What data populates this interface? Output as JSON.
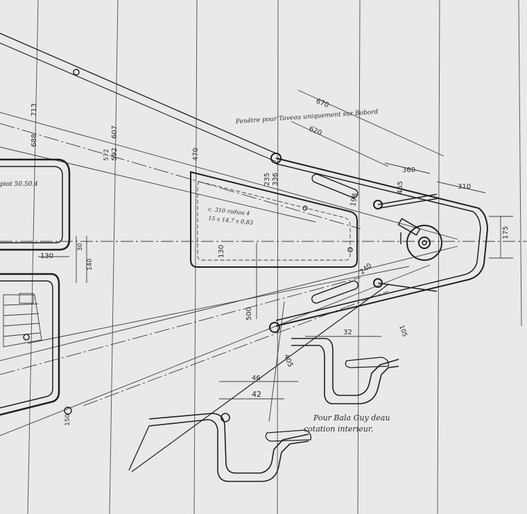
{
  "notes": {
    "top_note": "Fenêtre pour Taveau uniquement sur Bobord",
    "pattern_note_1": "c. 310 radios 4",
    "pattern_note_2": "15 x 14,7 x 0,83",
    "bottom_note_1": "Pour Bala Guy deau",
    "bottom_note_2": "cotation interieur.",
    "left_note": "piot 50.50.4"
  },
  "dimensions": {
    "d670": "670",
    "d620": "620",
    "d360": "360",
    "d310": "310",
    "d465": "465",
    "d175": "175",
    "d198": "198",
    "d336": "336",
    "d235": "235",
    "d130": "130",
    "d130b": "130",
    "d140": "140",
    "d30": "30",
    "d240": "240",
    "d500": "500",
    "d405": "405",
    "d32": "32",
    "d46": "46",
    "d42": "42",
    "d150": "150",
    "d470": "470",
    "d592": "592",
    "d607": "607",
    "d688": "688",
    "d713": "713",
    "d572": "572",
    "d105": "105"
  },
  "colors": {
    "paper": "#e9e9e7",
    "ink": "#1e1e1e",
    "hatch": "#8a8a8a"
  }
}
